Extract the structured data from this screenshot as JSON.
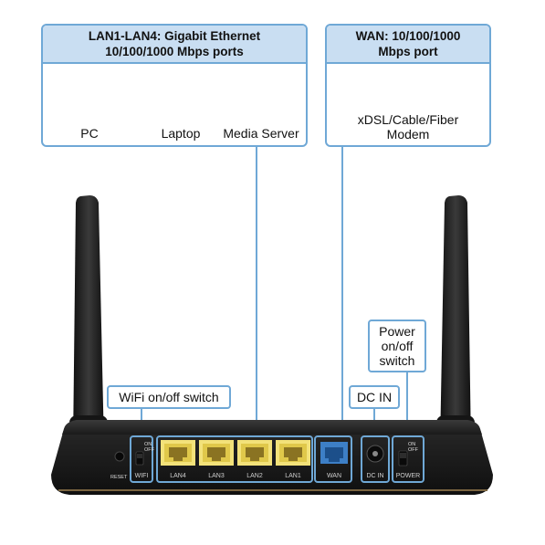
{
  "lan_box": {
    "title_line1": "LAN1-LAN4: Gigabit Ethernet",
    "title_line2": "10/100/1000 Mbps ports",
    "devices": [
      "PC",
      "Laptop",
      "Media Server"
    ]
  },
  "wan_box": {
    "title_line1": "WAN: 10/100/1000",
    "title_line2": "Mbps port",
    "device_line1": "xDSL/Cable/Fiber",
    "device_line2": "Modem"
  },
  "callouts": {
    "wifi_switch": "WiFi on/off switch",
    "dc_in": "DC IN",
    "power_line1": "Power",
    "power_line2": "on/off",
    "power_line3": "switch"
  },
  "router": {
    "reset": "RESET",
    "wifi": "WIFI",
    "on": "ON",
    "off": "OFF",
    "lan_ports": [
      "LAN4",
      "LAN3",
      "LAN2",
      "LAN1"
    ],
    "wan": "WAN",
    "dc_in": "DC IN",
    "power": "POWER"
  },
  "colors": {
    "accent_border": "#6fa8d6",
    "header_fill": "#c9def2",
    "lan_port_highlight": "#f3e27a",
    "wan_port": "#3d7fc6",
    "router_body": "#1c1c1c"
  }
}
